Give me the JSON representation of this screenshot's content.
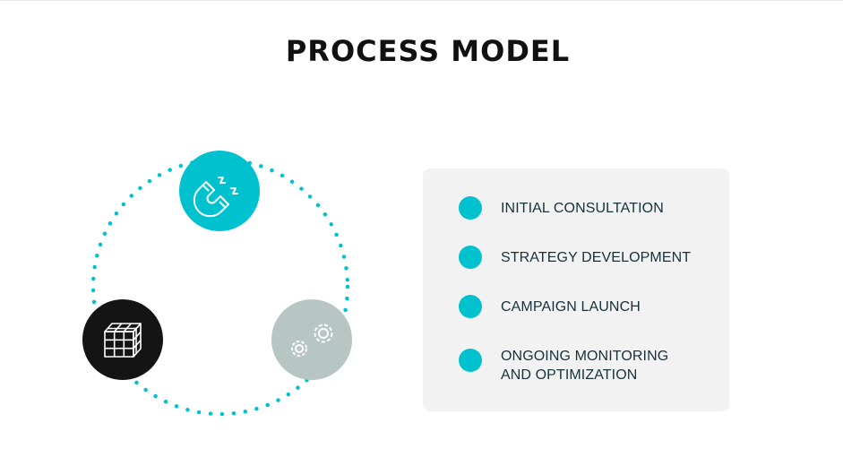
{
  "title": "PROCESS MODEL",
  "colors": {
    "accent": "#00c2cf",
    "dark": "#141414",
    "grey": "#b7c5c3",
    "panel": "#f2f2f2",
    "text": "#16323a"
  },
  "cycle_icons": [
    {
      "name": "magnet-icon",
      "fill": "#00c2cf"
    },
    {
      "name": "cube-grid-icon",
      "fill": "#141414"
    },
    {
      "name": "gears-icon",
      "fill": "#b7c5c3"
    }
  ],
  "steps": [
    {
      "line1": "INITIAL CONSULTATION",
      "line2": ""
    },
    {
      "line1": "STRATEGY DEVELOPMENT",
      "line2": ""
    },
    {
      "line1": "CAMPAIGN LAUNCH",
      "line2": ""
    },
    {
      "line1": "ONGOING MONITORING",
      "line2": "AND OPTIMIZATION"
    }
  ]
}
